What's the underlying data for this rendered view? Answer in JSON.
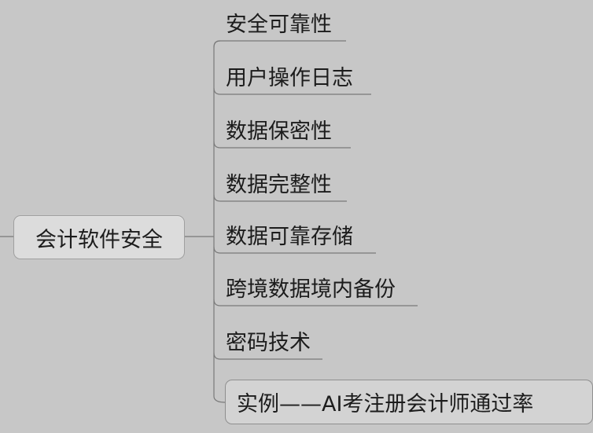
{
  "root": {
    "label": "会计软件安全"
  },
  "branches": [
    {
      "label": "安全可靠性"
    },
    {
      "label": "用户操作日志"
    },
    {
      "label": "数据保密性"
    },
    {
      "label": "数据完整性"
    },
    {
      "label": "数据可靠存储"
    },
    {
      "label": "跨境数据境内备份"
    },
    {
      "label": "密码技术"
    }
  ],
  "highlight": {
    "label": "实例——AI考注册会计师通过率"
  },
  "colors": {
    "background": "#c7c7c7",
    "line": "#7a7a7a",
    "node_fill": "#dcdcdc",
    "node_border": "#9f9f9f",
    "text": "#1c1c1c"
  }
}
